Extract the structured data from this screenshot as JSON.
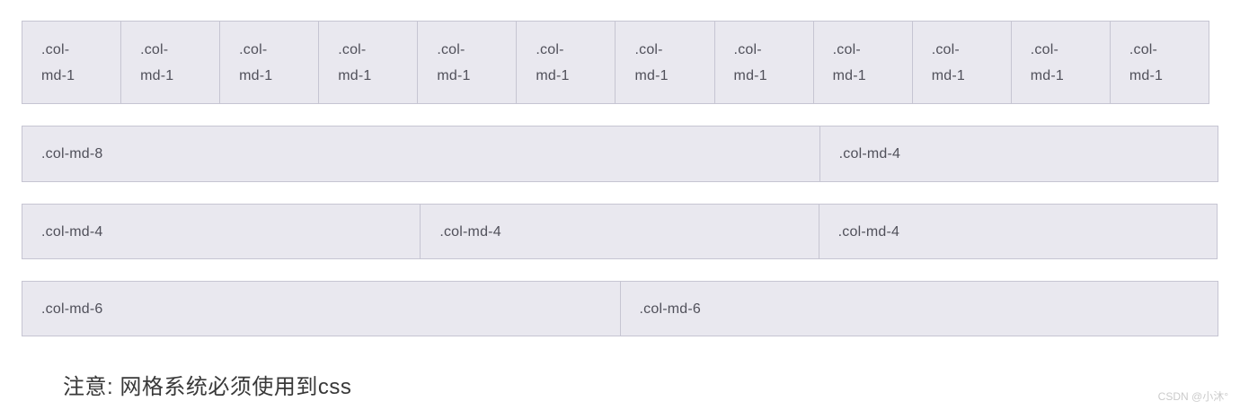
{
  "grid": {
    "rows": [
      {
        "cells": [
          {
            "label": ".col-\nmd-1",
            "span": 1
          },
          {
            "label": ".col-\nmd-1",
            "span": 1
          },
          {
            "label": ".col-\nmd-1",
            "span": 1
          },
          {
            "label": ".col-\nmd-1",
            "span": 1
          },
          {
            "label": ".col-\nmd-1",
            "span": 1
          },
          {
            "label": ".col-\nmd-1",
            "span": 1
          },
          {
            "label": ".col-\nmd-1",
            "span": 1
          },
          {
            "label": ".col-\nmd-1",
            "span": 1
          },
          {
            "label": ".col-\nmd-1",
            "span": 1
          },
          {
            "label": ".col-\nmd-1",
            "span": 1
          },
          {
            "label": ".col-\nmd-1",
            "span": 1
          },
          {
            "label": ".col-\nmd-1",
            "span": 1
          }
        ]
      },
      {
        "cells": [
          {
            "label": ".col-md-8",
            "span": 8
          },
          {
            "label": ".col-md-4",
            "span": 4
          }
        ]
      },
      {
        "cells": [
          {
            "label": ".col-md-4",
            "span": 4
          },
          {
            "label": ".col-md-4",
            "span": 4
          },
          {
            "label": ".col-md-4",
            "span": 4
          }
        ]
      },
      {
        "cells": [
          {
            "label": ".col-md-6",
            "span": 6
          },
          {
            "label": ".col-md-6",
            "span": 6
          }
        ]
      }
    ]
  },
  "note": {
    "text": "注意: 网格系统必须使用到css"
  },
  "watermark": {
    "text": "CSDN @小沐°"
  },
  "colors": {
    "cell-bg": "#e9e8ef",
    "cell-border": "#c6c5d2",
    "cell-text": "#50505a",
    "note-text": "#383838",
    "watermark-text": "#cbcbcb",
    "page-bg": "#ffffff"
  }
}
